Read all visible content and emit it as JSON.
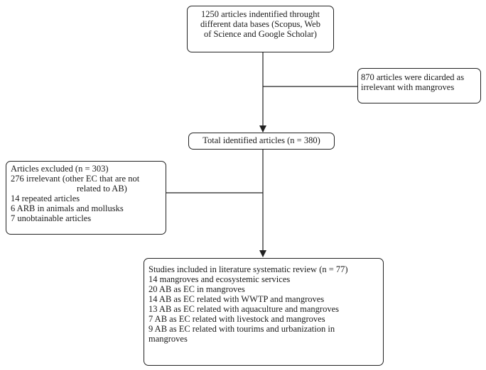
{
  "identification": {
    "lines": [
      "1250 articles indentified throught",
      "different data bases (Scopus, Web",
      "of Science and Google Scholar)"
    ]
  },
  "discarded": {
    "lines": [
      "870 articles were dicarded as",
      "irrelevant with mangroves"
    ]
  },
  "total": {
    "text": "Total identified articles (n = 380)"
  },
  "excluded": {
    "lines": [
      "Articles excluded (n = 303)",
      "276 irrelevant (other EC that are not",
      "related to AB)",
      "14 repeated articles",
      "6 ARB in animals and mollusks",
      "7 unobtainable articles"
    ]
  },
  "included": {
    "lines": [
      "Studies included in literature systematic review (n = 77)",
      "14 mangroves and ecosystemic services",
      "20 AB as EC in mangroves",
      "14 AB as EC related with WWTP and mangroves",
      "13 AB as EC related with aquaculture and mangroves",
      "7 AB as EC related with livestock and mangroves",
      "9 AB as EC related with tourims and urbanization in",
      "mangroves"
    ]
  },
  "colors": {
    "line": "#222222",
    "text": "#1a1a1a",
    "background": "#ffffff"
  }
}
